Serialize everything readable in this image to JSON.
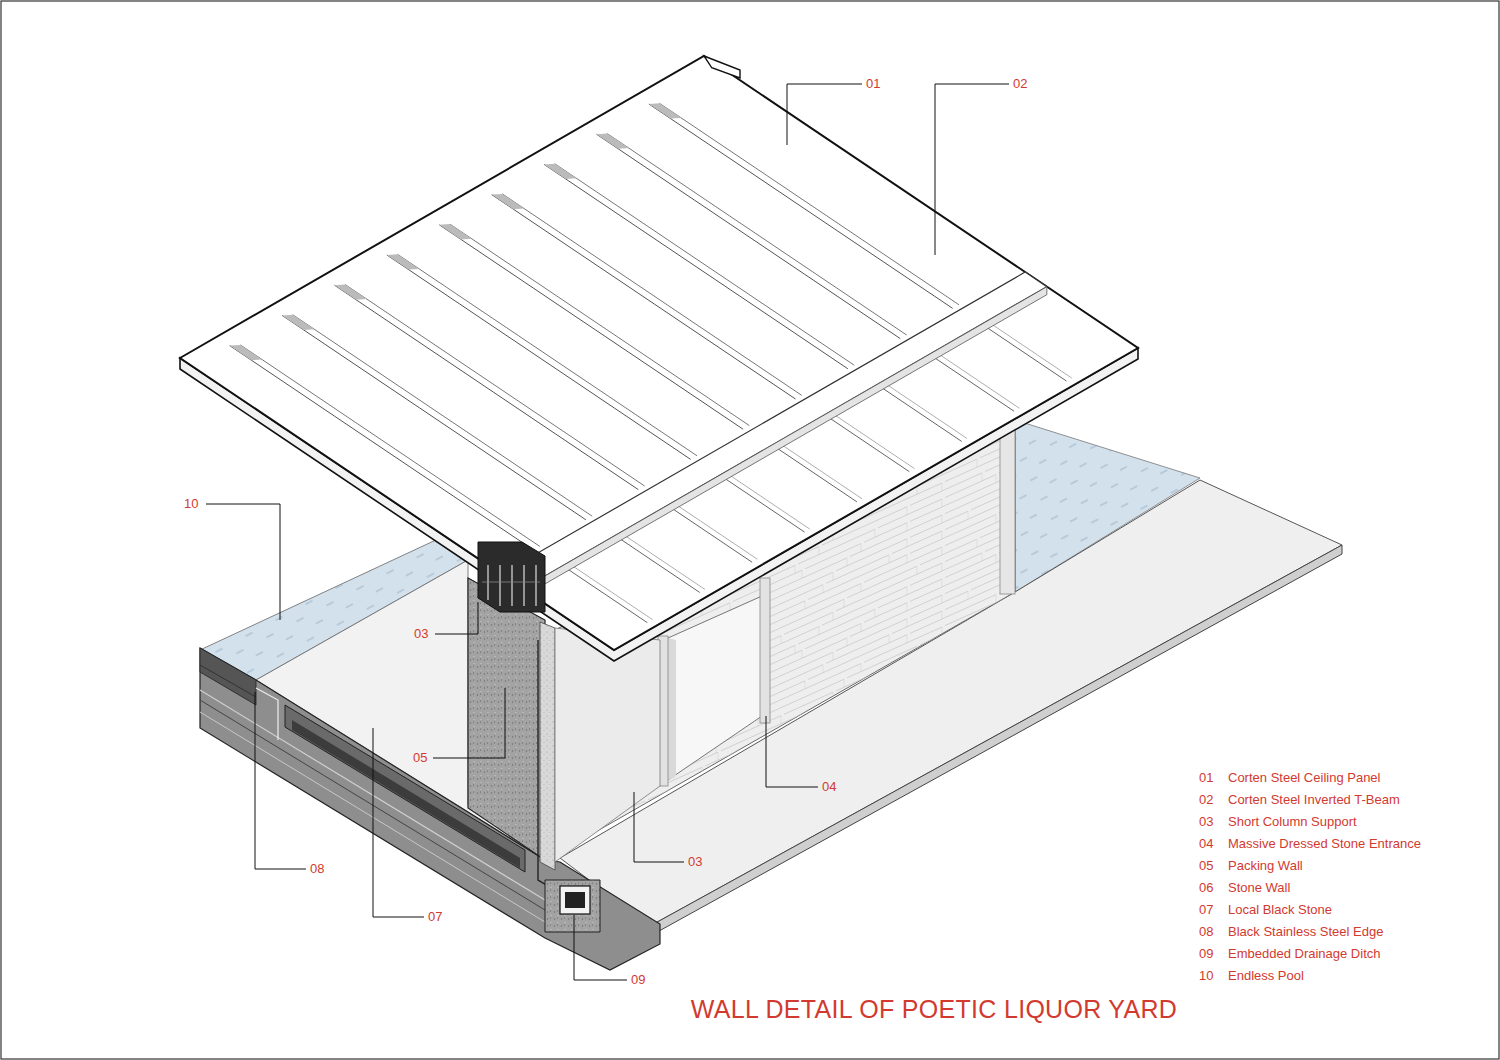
{
  "diagram": {
    "title": "WALL DETAIL OF POETIC LIQUOR YARD",
    "labels": [
      "01",
      "02",
      "10",
      "03",
      "05",
      "04",
      "08",
      "07",
      "03",
      "09",
      "01",
      "Corten Steel Ceiling Panel",
      "02",
      "Corten Steel Inverted T-Beam",
      "03",
      "Short Column Support",
      "04",
      "Massive Dressed Stone Entrance",
      "05",
      "Packing Wall",
      "06",
      "Stone Wall",
      "07",
      "Local Black Stone",
      "08",
      "Black Stainless Steel Edge",
      "09",
      "Embedded Drainage Ditch",
      "10",
      "Endless Pool"
    ]
  }
}
